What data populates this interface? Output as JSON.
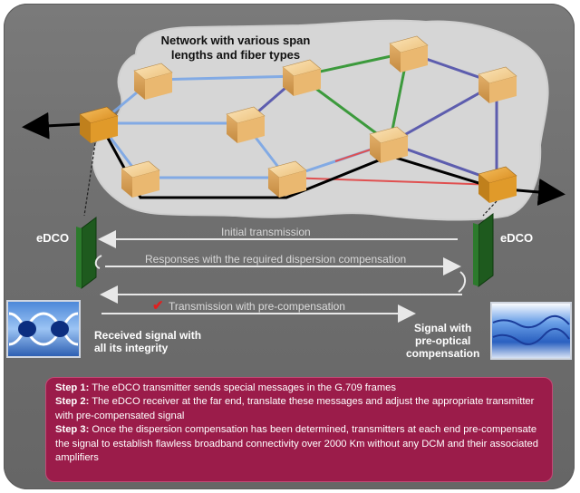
{
  "cloud": {
    "title": "Network with various span lengths and fiber types"
  },
  "edco_left": "eDCO",
  "edco_right": "eDCO",
  "arrows": {
    "initial": "Initial transmission",
    "responses": "Responses with the required dispersion compensation",
    "transmission": "Transmission with  pre-compensation",
    "check_mark": "✔"
  },
  "received": {
    "line1": "Received signal with",
    "line2": "all its integrity"
  },
  "signal": {
    "line1": "Signal with",
    "line2": "pre-optical",
    "line3": "compensation"
  },
  "steps": [
    {
      "label": "Step 1:",
      "text": "The eDCO transmitter sends special messages in the G.709 frames"
    },
    {
      "label": "Step 2:",
      "text": "The eDCO receiver at the far end, translate these messages and adjust the appropriate transmitter with pre-compensated signal"
    },
    {
      "label": "Step 3:",
      "text": "Once the dispersion compensation has been determined, transmitters at each end pre-compensate the signal to establish flawless broadband connectivity over 2000 Km without any DCM and their associated amplifiers"
    }
  ],
  "colors": {
    "panel": "#707070",
    "cloud": "#d4d4d4",
    "node_face": "#f0c888",
    "node_active": "#e8a430",
    "steps_box": "#9b1c4a",
    "edco_card": "#1e5a1e",
    "check": "#e02020",
    "link_blue": "#7aa6e6",
    "link_green": "#3c9a3c",
    "link_navy": "#3a3a9a",
    "link_red": "#e05050"
  }
}
